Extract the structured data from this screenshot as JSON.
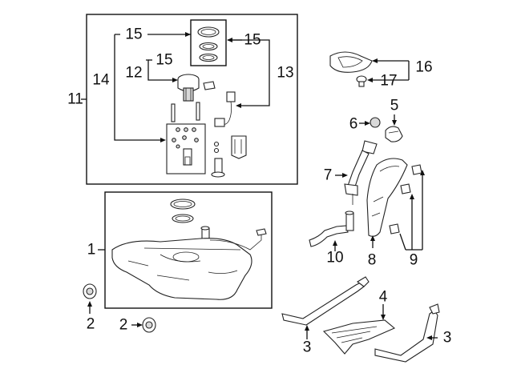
{
  "callouts": {
    "c11": "11",
    "c14": "14",
    "c15a": "15",
    "c15b": "15",
    "c15c": "15",
    "c12": "12",
    "c13": "13",
    "c16": "16",
    "c17": "17",
    "c5": "5",
    "c6": "6",
    "c7": "7",
    "c10": "10",
    "c8": "8",
    "c9": "9",
    "c1": "1",
    "c2a": "2",
    "c2b": "2",
    "c4": "4",
    "c3a": "3",
    "c3b": "3"
  }
}
